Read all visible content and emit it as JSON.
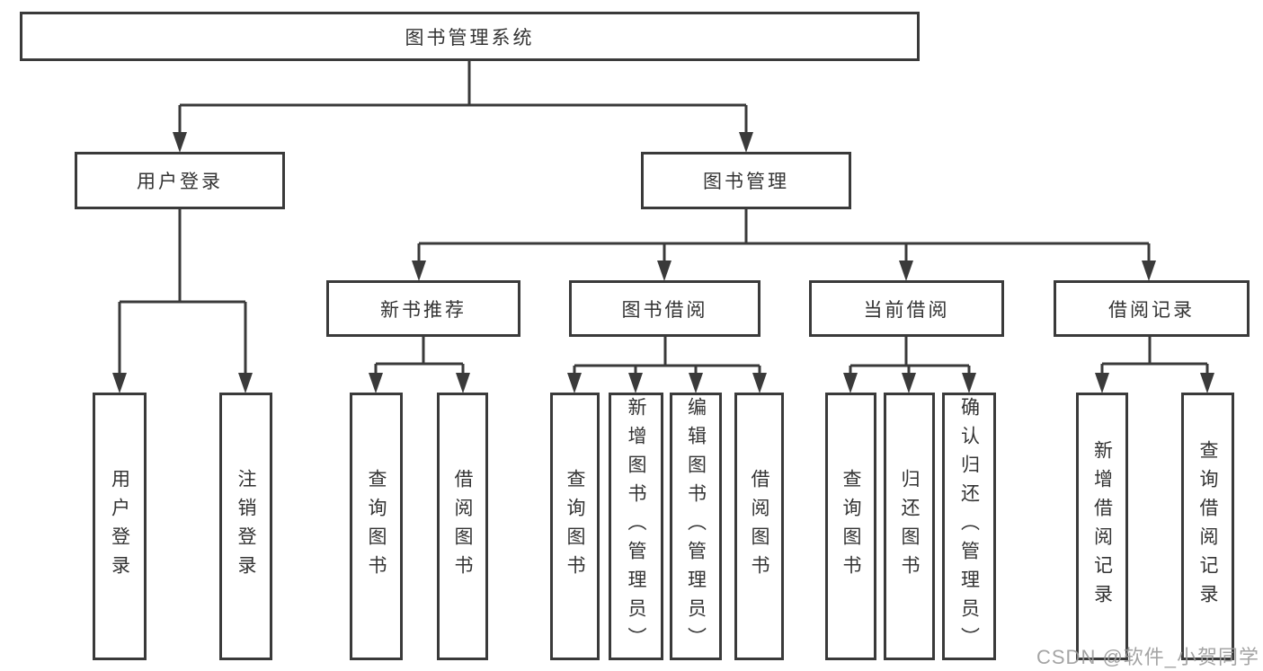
{
  "tree": {
    "root": {
      "label": "图书管理系统",
      "children": [
        {
          "label": "用户登录",
          "children": [
            {
              "label": "用户登录"
            },
            {
              "label": "注销登录"
            }
          ]
        },
        {
          "label": "图书管理",
          "children": [
            {
              "label": "新书推荐",
              "children": [
                {
                  "label": "查询图书"
                },
                {
                  "label": "借阅图书"
                }
              ]
            },
            {
              "label": "图书借阅",
              "children": [
                {
                  "label": "查询图书"
                },
                {
                  "label": "新增图书（管理员）"
                },
                {
                  "label": "编辑图书（管理员）"
                },
                {
                  "label": "借阅图书"
                }
              ]
            },
            {
              "label": "当前借阅",
              "children": [
                {
                  "label": "查询图书"
                },
                {
                  "label": "归还图书"
                },
                {
                  "label": "确认归还（管理员）"
                }
              ]
            },
            {
              "label": "借阅记录",
              "children": [
                {
                  "label": "新增借阅记录"
                },
                {
                  "label": "查询借阅记录"
                }
              ]
            }
          ]
        }
      ]
    }
  },
  "watermark": {
    "text": "CSDN @软件_小贺同学"
  },
  "colors": {
    "line": "#3a3a3a",
    "text": "#333333",
    "background": "#ffffff",
    "watermark_text": "#9b9b9b"
  }
}
